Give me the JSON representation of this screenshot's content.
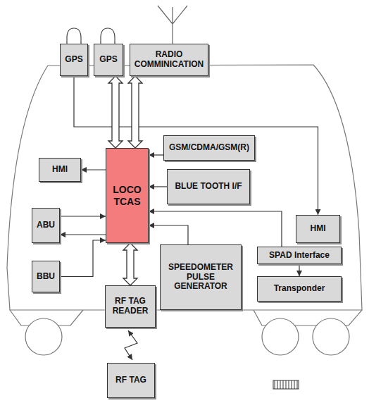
{
  "diagram": {
    "nodes": [
      {
        "text": [
          "GPS"
        ]
      },
      {
        "text": [
          "GPS"
        ]
      },
      {
        "text": [
          "RADIO COMMINICATION"
        ]
      },
      {
        "text": [
          "GSM/CDMA/GSM(R)"
        ]
      },
      {
        "text": [
          "HMI"
        ]
      },
      {
        "text": [
          "LOCO TCAS"
        ]
      },
      {
        "text": [
          "BLUE TOOTH I/F"
        ]
      },
      {
        "text": [
          "HMI"
        ]
      },
      {
        "text": [
          "ABU"
        ]
      },
      {
        "text": [
          "BBU"
        ]
      },
      {
        "text": [
          "SPEEDOMETER PULSE GENERATOR"
        ]
      },
      {
        "text": [
          "SPAD Interface"
        ]
      },
      {
        "text": [
          "Transponder"
        ]
      },
      {
        "text": [
          "RF TAG READER"
        ]
      },
      {
        "text": [
          "RF TAG"
        ]
      }
    ],
    "edges": [
      {
        "from": 0,
        "to": 7,
        "arrow": "to"
      },
      {
        "from": 1,
        "to": 5,
        "arrow": "both"
      },
      {
        "from": 2,
        "to": 5,
        "arrow": "both"
      },
      {
        "from": 3,
        "to": 5,
        "arrow": "to"
      },
      {
        "from": 6,
        "to": 5,
        "arrow": "to"
      },
      {
        "from": 5,
        "to": 4,
        "arrow": "to"
      },
      {
        "from": 8,
        "to": 5,
        "arrow": "to"
      },
      {
        "from": 5,
        "to": 8,
        "arrow": "to"
      },
      {
        "from": 9,
        "to": 5,
        "arrow": "to"
      },
      {
        "from": 10,
        "to": 5,
        "arrow": "to"
      },
      {
        "from": 11,
        "to": 5,
        "arrow": "to"
      },
      {
        "from": 11,
        "to": 12,
        "arrow": "to"
      },
      {
        "from": 5,
        "to": 13,
        "arrow": "both"
      },
      {
        "from": 13,
        "to": 14,
        "arrow": "both"
      }
    ]
  }
}
